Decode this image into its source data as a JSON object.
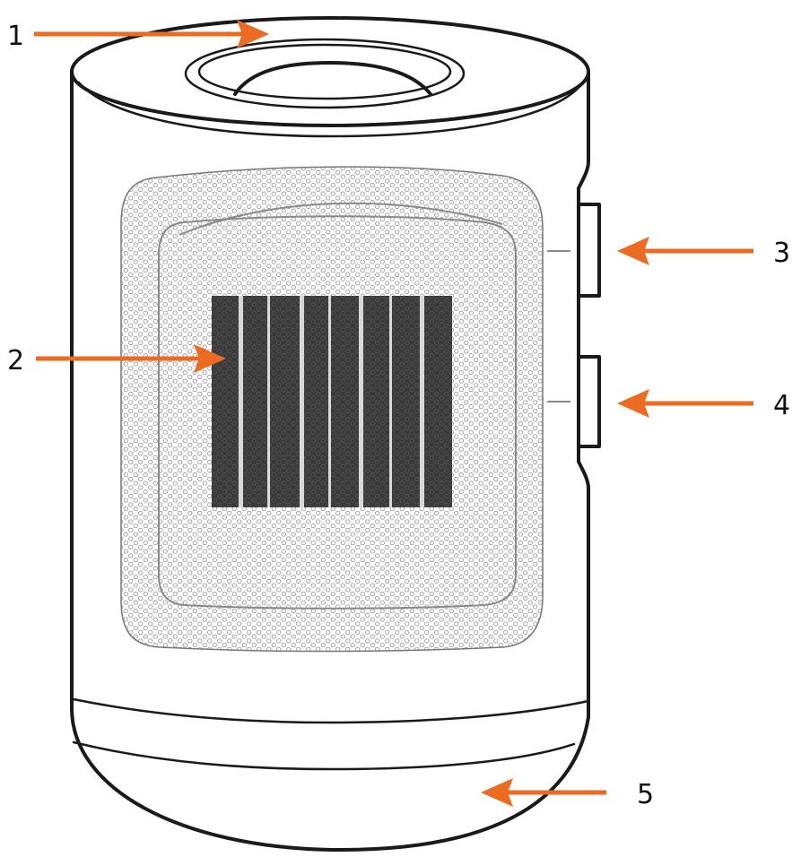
{
  "product": "heater",
  "colors": {
    "arrow": "#ec6b23",
    "line": "#1a1a1a",
    "element": "#3a3a3a",
    "mesh": "#9a9a9a",
    "background": "#ffffff"
  },
  "callouts": [
    {
      "id": "1",
      "label": "1",
      "points_to": "top-rim"
    },
    {
      "id": "2",
      "label": "2",
      "points_to": "heating-element"
    },
    {
      "id": "3",
      "label": "3",
      "points_to": "upper-side-button"
    },
    {
      "id": "4",
      "label": "4",
      "points_to": "lower-side-button"
    },
    {
      "id": "5",
      "label": "5",
      "points_to": "base"
    }
  ]
}
